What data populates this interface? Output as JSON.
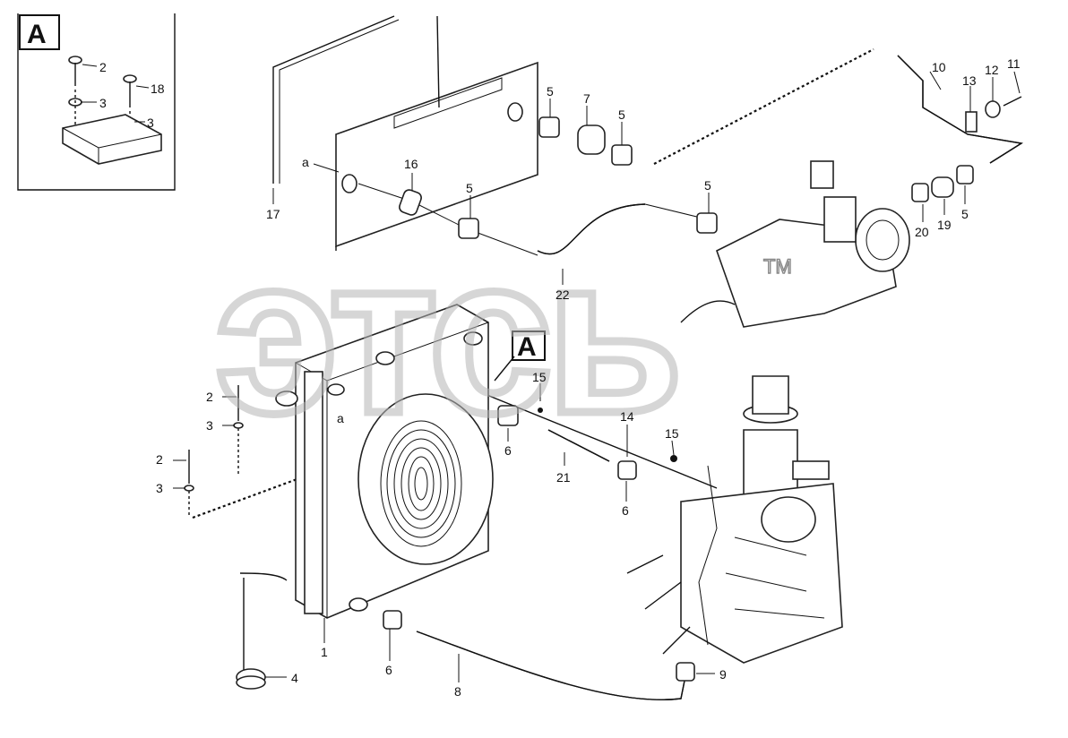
{
  "watermark": {
    "text": "этсь",
    "trademark": "TM"
  },
  "inset": {
    "letter": "A",
    "labels": [
      "2",
      "3",
      "18",
      "3"
    ]
  },
  "detail_tag": "A",
  "callouts": [
    {
      "id": "c17",
      "text": "17"
    },
    {
      "id": "ca1",
      "text": "a"
    },
    {
      "id": "c16",
      "text": "16"
    },
    {
      "id": "c5a",
      "text": "5"
    },
    {
      "id": "c5b",
      "text": "5"
    },
    {
      "id": "c7",
      "text": "7"
    },
    {
      "id": "c5c",
      "text": "5"
    },
    {
      "id": "c10",
      "text": "10"
    },
    {
      "id": "c13",
      "text": "13"
    },
    {
      "id": "c12",
      "text": "12"
    },
    {
      "id": "c11",
      "text": "11"
    },
    {
      "id": "c5d",
      "text": "5"
    },
    {
      "id": "c20",
      "text": "20"
    },
    {
      "id": "c19",
      "text": "19"
    },
    {
      "id": "c5e",
      "text": "5"
    },
    {
      "id": "c22",
      "text": "22"
    },
    {
      "id": "c15a",
      "text": "15"
    },
    {
      "id": "ca2",
      "text": "a"
    },
    {
      "id": "c2a",
      "text": "2"
    },
    {
      "id": "c3a",
      "text": "3"
    },
    {
      "id": "c2b",
      "text": "2"
    },
    {
      "id": "c3b",
      "text": "3"
    },
    {
      "id": "c6a",
      "text": "6"
    },
    {
      "id": "c14",
      "text": "14"
    },
    {
      "id": "c15b",
      "text": "15"
    },
    {
      "id": "c21",
      "text": "21"
    },
    {
      "id": "c6b",
      "text": "6"
    },
    {
      "id": "c1",
      "text": "1"
    },
    {
      "id": "c6c",
      "text": "6"
    },
    {
      "id": "c8",
      "text": "8"
    },
    {
      "id": "c4",
      "text": "4"
    },
    {
      "id": "c9",
      "text": "9"
    }
  ]
}
